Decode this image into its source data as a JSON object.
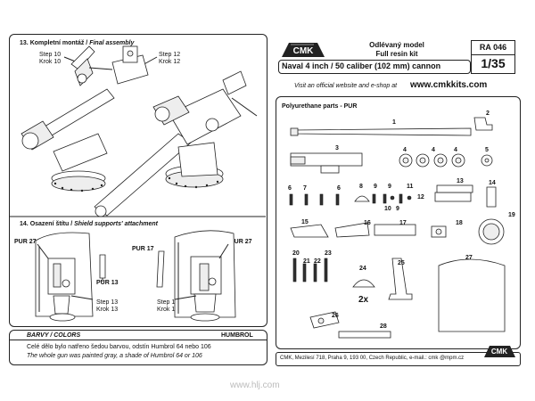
{
  "left": {
    "step13": {
      "num": "13.",
      "cz": "Kompletní montáž /",
      "en": "Final assembly"
    },
    "callouts_top": [
      {
        "a": "Step 10",
        "b": "Krok 10"
      },
      {
        "a": "Step 12",
        "b": "Krok 12"
      }
    ],
    "step14": {
      "num": "14.",
      "cz": "Osazení štítu /",
      "en": "Shield supports' attachment"
    },
    "pur_labels": [
      "PUR 27",
      "PUR 17",
      "PUR 13",
      "PUR 27"
    ],
    "callouts_bottom": [
      {
        "a": "Step 13",
        "b": "Krok 13"
      },
      {
        "a": "Step 13",
        "b": "Krok 13"
      }
    ]
  },
  "colors": {
    "title_left": "BARVY / COLORS",
    "title_right": "HUMBROL",
    "cz": "Celé dělo bylo natřeno šedou barvou, odstín Humbrol 64 nebo 106",
    "en": "The whole gun was painted gray, a shade of Humbrol 64 or 106"
  },
  "header": {
    "logo": "CMK",
    "model_line1": "Odlévaný model",
    "model_line2": "Full resin kit",
    "code": "RA 046",
    "scale": "1/35",
    "title": "Naval 4 inch / 50 caliber (102 mm) cannon",
    "visit_prefix": "Visit an official website and e-shop at",
    "url": "www.cmkkits.com"
  },
  "parts": {
    "title": "Polyurethane parts - PUR",
    "numbers": [
      "1",
      "2",
      "3",
      "4",
      "4",
      "4",
      "5",
      "6",
      "7",
      "6",
      "8",
      "9",
      "9",
      "10",
      "9",
      "11",
      "12",
      "13",
      "14",
      "15",
      "16",
      "17",
      "18",
      "19",
      "20",
      "21",
      "22",
      "23",
      "24",
      "25",
      "26",
      "27",
      "28"
    ],
    "multiplier": "2x"
  },
  "footer": {
    "address": "CMK, Mezilesí 718, Praha 9, 193 00, Czech Republic, e-mail.: cmk @mpm.cz",
    "logo": "CMK"
  },
  "watermark": "www.hlj.com"
}
